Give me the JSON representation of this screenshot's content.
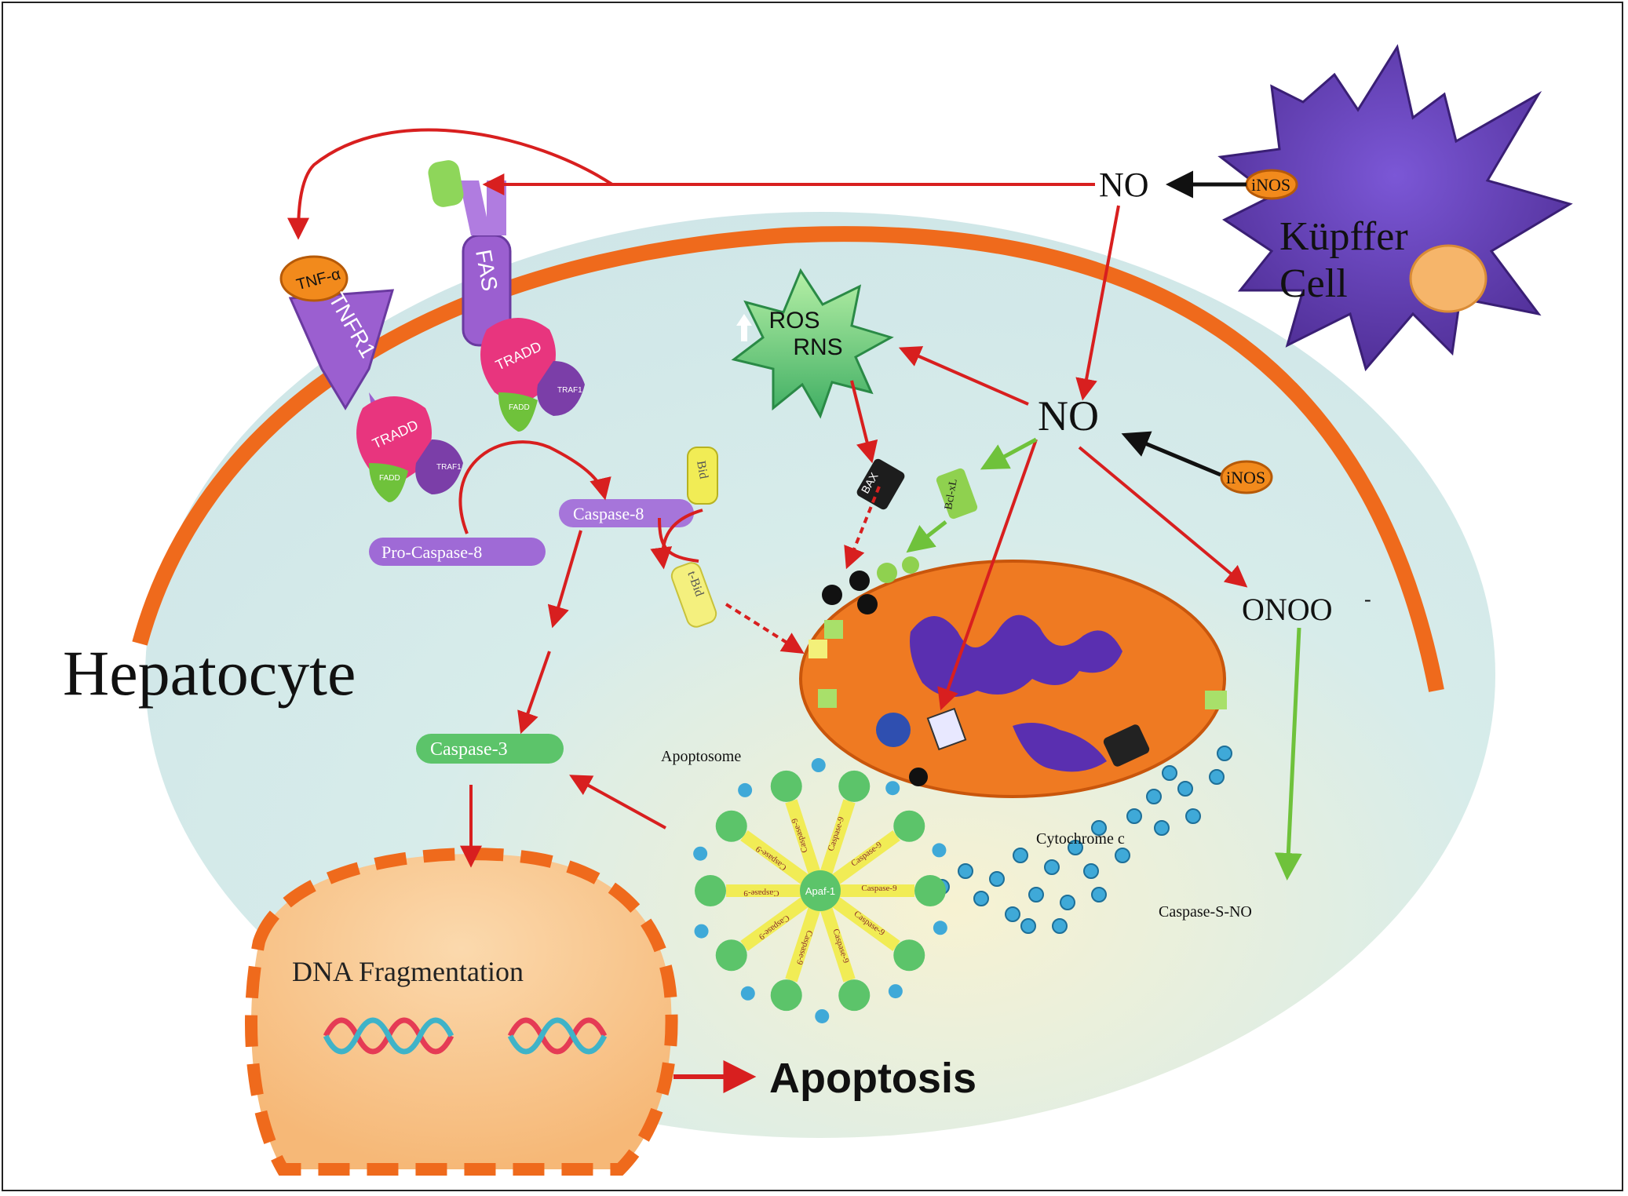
{
  "labels": {
    "hepatocyte": "Hepatocyte",
    "kupffer_line1": "Küpffer",
    "kupffer_line2": "Cell",
    "no_top": "NO",
    "no_mid": "NO",
    "inos_top": "iNOS",
    "inos_mid": "iNOS",
    "ros": "ROS",
    "rns": "RNS",
    "onoo": "ONOO",
    "onoo_sup": "-",
    "tnf": "TNF-α",
    "tnfr1": "TNFR1",
    "fas": "FAS",
    "tradd": "TRADD",
    "traf": "TRAF1",
    "fadd": "FADD",
    "caspase8": "Caspase-8",
    "procaspase8": "Pro-Caspase-8",
    "caspase3": "Caspase-3",
    "bid": "Bid",
    "tbid": "t-Bid",
    "bax": "BAX",
    "bclx": "Bcl-xL",
    "apoptosome": "Apoptosome",
    "apaf": "Apaf-1",
    "caspase9": "Caspase-9",
    "cytochrome": "Cytochrome c",
    "caspase_snno": "Caspase-S-NO",
    "dna": "DNA Fragmentation",
    "apoptosis": "Apoptosis",
    "cyt_c": "c"
  },
  "colors": {
    "membrane": "#ef6a1c",
    "cytoplasm": "#d6ecec",
    "kupffer": "#6a3fb5",
    "arrow_red": "#d81f1f",
    "arrow_green": "#6fc23b",
    "mito": "#ef7a22"
  }
}
